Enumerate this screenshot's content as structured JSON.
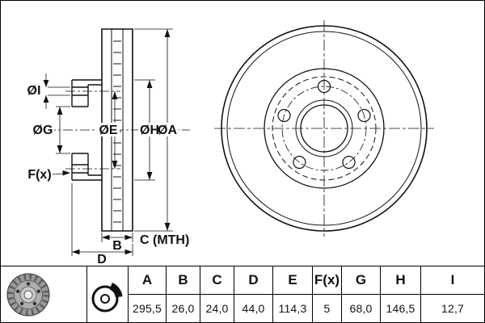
{
  "drawing": {
    "labels": {
      "dia_i": "ØI",
      "dia_g": "ØG",
      "dia_e": "ØE",
      "dia_h": "ØH",
      "dia_a": "ØA",
      "f": "F(x)",
      "b": "B",
      "c_mth": "C (MTH)",
      "d": "D"
    }
  },
  "table": {
    "headers": [
      "A",
      "B",
      "C",
      "D",
      "E",
      "F(x)",
      "G",
      "H",
      "I"
    ],
    "values": [
      "295,5",
      "26,0",
      "24,0",
      "44,0",
      "114,3",
      "5",
      "68,0",
      "146,5",
      "12,7"
    ]
  },
  "icons": {
    "disc_photo": "vented-brake-disc",
    "caliper": "caliper-on-disc"
  },
  "colors": {
    "line": "#111111",
    "background": "#ffffff"
  }
}
